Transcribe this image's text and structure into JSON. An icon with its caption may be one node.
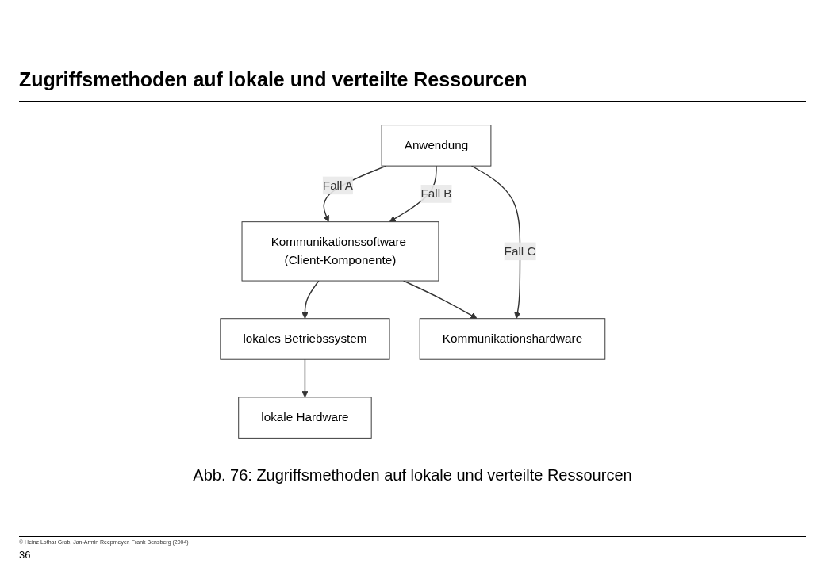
{
  "diagram": {
    "title": "Zugriffsmethoden auf lokale und verteilte Ressourcen",
    "caption": "Abb. 76: Zugriffsmethoden auf lokale und verteilte Ressourcen",
    "nodes": [
      {
        "text": [
          "Anwendung"
        ]
      },
      {
        "text": [
          "Kommunikationssoftware (Client-Komponente)"
        ]
      },
      {
        "text": [
          "lokales Betriebssystem"
        ]
      },
      {
        "text": [
          "lokale Hardware"
        ]
      },
      {
        "text": [
          "Kommunikationshardware"
        ]
      }
    ],
    "edges": [
      {
        "from": 0,
        "to": 1,
        "arrow": "to",
        "label": "Fall A"
      },
      {
        "from": 0,
        "to": 1,
        "arrow": "to",
        "label": "Fall B"
      },
      {
        "from": 0,
        "to": 4,
        "arrow": "to",
        "label": "Fall C"
      },
      {
        "from": 1,
        "to": 2,
        "arrow": "to"
      },
      {
        "from": 1,
        "to": 4,
        "arrow": "to"
      },
      {
        "from": 2,
        "to": 3,
        "arrow": "to"
      }
    ],
    "labels": [
      "© Heinz Lothar Grob, Jan-Armin Reepmeyer, Frank Bensberg (2004)",
      "36"
    ]
  }
}
